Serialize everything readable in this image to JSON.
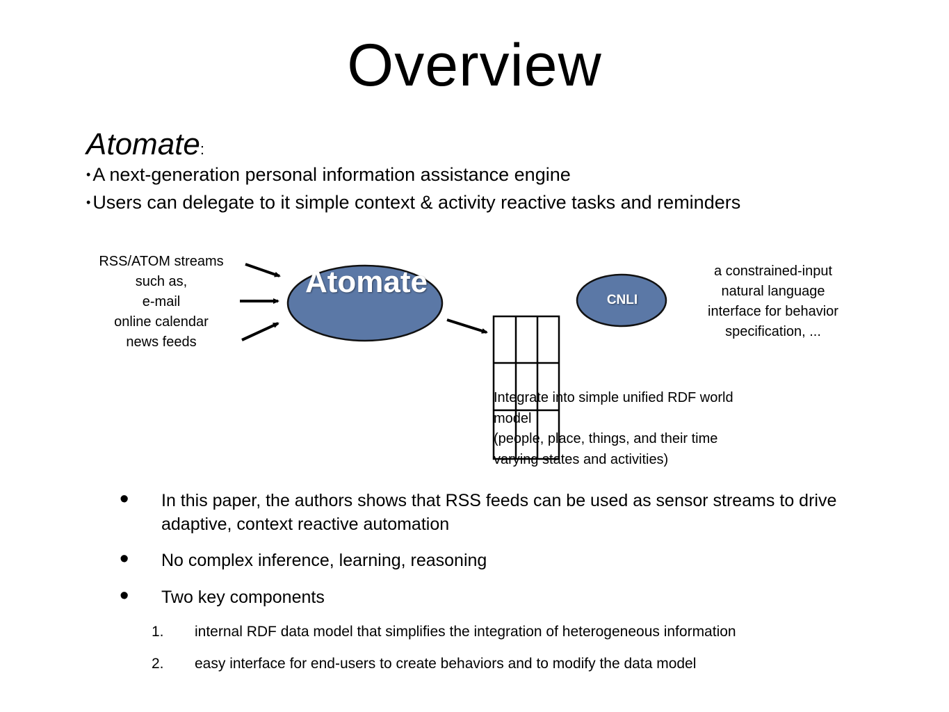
{
  "slide": {
    "title": "Overview",
    "subject": "Atomate",
    "subject_colon": ":",
    "intro_bullets": [
      "A next-generation personal information assistance engine",
      "Users can delegate to it simple context & activity reactive tasks and reminders"
    ]
  },
  "diagram": {
    "sources_label_lines": [
      "RSS/ATOM streams",
      "such as,",
      "e-mail",
      "online calendar",
      "news feeds"
    ],
    "engine_label": "Atomate",
    "cnli_label": "CNLI",
    "cnli_description_lines": [
      "a constrained-input",
      "natural language",
      "interface for behavior",
      "specification, ..."
    ],
    "model_description_lines": [
      "Integrate into simple unified RDF world",
      "model",
      "(people, place, things, and their time",
      "varying states and activities)"
    ],
    "colors": {
      "ellipse_fill": "#5b78a6",
      "ellipse_stroke": "#111111"
    }
  },
  "main_bullets": [
    "In this paper, the authors shows that RSS feeds can be used as sensor streams to drive adaptive, context reactive automation",
    "No complex inference, learning, reasoning",
    "Two key components"
  ],
  "numbered_items": [
    {
      "number": "1.",
      "text": "internal RDF data model that simplifies the integration of heterogeneous information"
    },
    {
      "number": "2.",
      "text": "easy interface for end-users to create behaviors and to modify the data model"
    }
  ]
}
